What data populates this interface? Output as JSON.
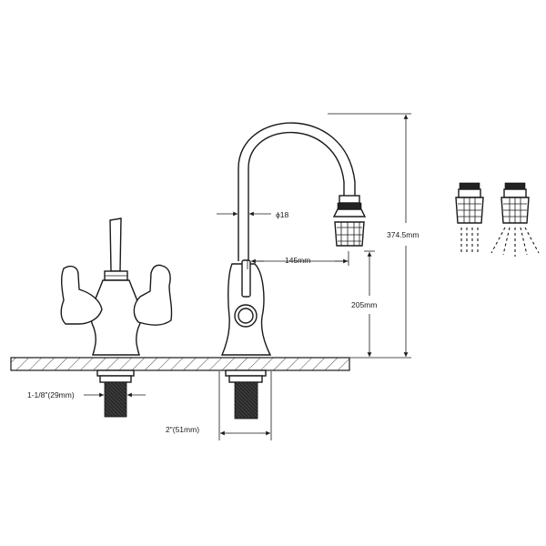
{
  "dimensions": {
    "diameter": "ϕ18",
    "spout_reach": "145mm",
    "total_height": "374.5mm",
    "outlet_height": "205mm",
    "hole_left": "1-1/8\"(29mm)",
    "hole_right": "2\"(51mm)"
  },
  "colors": {
    "line": "#1a1a1a",
    "thread": "#222222",
    "background": "#ffffff"
  }
}
